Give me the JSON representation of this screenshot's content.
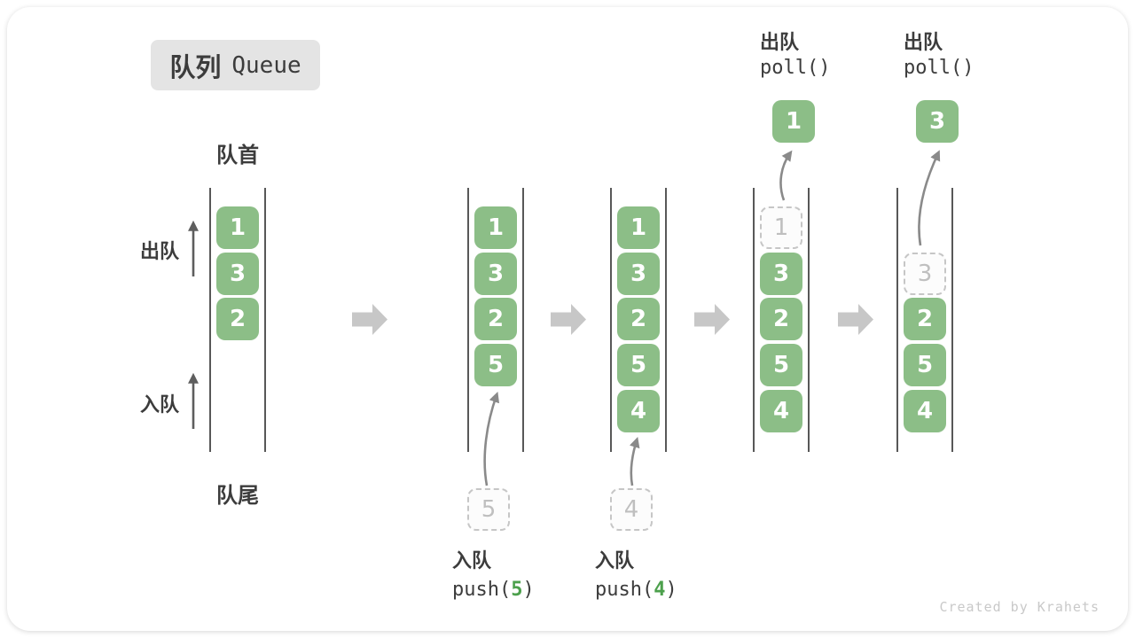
{
  "title": {
    "zh": "队列",
    "en": "Queue"
  },
  "labels": {
    "front": "队首",
    "rear": "队尾",
    "dequeue": "出队",
    "enqueue": "入队"
  },
  "watermark": "Created by Krahets",
  "colors": {
    "box_green": "#8CBE87",
    "code_green": "#4CA04C",
    "text_dark": "#3C3C3C",
    "dashed_border": "#C6C6C6",
    "dashed_text": "#BFBFBF",
    "column_line": "#585858",
    "step_arrow": "#C7C7C7",
    "flow_arrow": "#8A8A8A",
    "badge_bg": "#E4E4E4",
    "watermark_text": "#C9C9C9"
  },
  "queue_states": [
    {
      "slots": [
        {
          "value": "1",
          "style": "solid"
        },
        {
          "value": "3",
          "style": "solid"
        },
        {
          "value": "2",
          "style": "solid"
        }
      ]
    },
    {
      "slots": [
        {
          "value": "1",
          "style": "solid"
        },
        {
          "value": "3",
          "style": "solid"
        },
        {
          "value": "2",
          "style": "solid"
        },
        {
          "value": "5",
          "style": "solid"
        }
      ],
      "incoming": {
        "value": "5"
      },
      "op": {
        "position": "below",
        "label": "入队",
        "code_pre": "push(",
        "code_arg": "5",
        "code_post": ")"
      }
    },
    {
      "slots": [
        {
          "value": "1",
          "style": "solid"
        },
        {
          "value": "3",
          "style": "solid"
        },
        {
          "value": "2",
          "style": "solid"
        },
        {
          "value": "5",
          "style": "solid"
        },
        {
          "value": "4",
          "style": "solid"
        }
      ],
      "incoming": {
        "value": "4"
      },
      "op": {
        "position": "below",
        "label": "入队",
        "code_pre": "push(",
        "code_arg": "4",
        "code_post": ")"
      }
    },
    {
      "slots": [
        {
          "value": "1",
          "style": "dashed"
        },
        {
          "value": "3",
          "style": "solid"
        },
        {
          "value": "2",
          "style": "solid"
        },
        {
          "value": "5",
          "style": "solid"
        },
        {
          "value": "4",
          "style": "solid"
        }
      ],
      "outgoing": {
        "value": "1"
      },
      "op": {
        "position": "above",
        "label": "出队",
        "code_pre": "poll()",
        "code_arg": "",
        "code_post": ""
      }
    },
    {
      "slots": [
        {
          "style": "empty"
        },
        {
          "value": "3",
          "style": "dashed"
        },
        {
          "value": "2",
          "style": "solid"
        },
        {
          "value": "5",
          "style": "solid"
        },
        {
          "value": "4",
          "style": "solid"
        }
      ],
      "outgoing": {
        "value": "3"
      },
      "op": {
        "position": "above",
        "label": "出队",
        "code_pre": "poll()",
        "code_arg": "",
        "code_post": ""
      }
    }
  ]
}
